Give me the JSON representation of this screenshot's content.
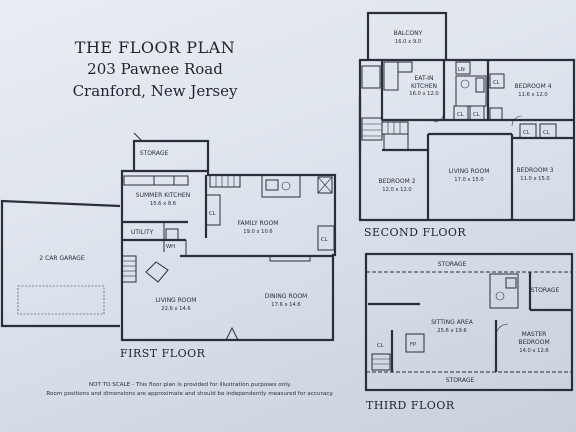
{
  "title": {
    "line1": "THE FLOOR PLAN",
    "line2": "203 Pawnee Road",
    "line3": "Cranford, New Jersey"
  },
  "floors": {
    "first": "FIRST FLOOR",
    "second": "SECOND FLOOR",
    "third": "THIRD FLOOR"
  },
  "rooms": {
    "storage_first": "STORAGE",
    "summer_kitchen": "SUMMER KITCHEN",
    "summer_kitchen_dim": "15.6 x 8.6",
    "utility": "UTILITY",
    "wh": "WH",
    "cl_first_a": "CL",
    "cl_first_b": "CL",
    "family_room": "FAMILY ROOM",
    "family_room_dim": "19.0 x 10.6",
    "garage": "2 CAR GARAGE",
    "living_room_first": "LIVING ROOM",
    "living_room_first_dim": "22.6 x 14.6",
    "dining_room": "DINING ROOM",
    "dining_room_dim": "17.6 x 14.6",
    "balcony": "BALCONY",
    "balcony_dim": "16.0 x 9.0",
    "eat_in_kitchen_1": "EAT-IN",
    "eat_in_kitchen_2": "KITCHEN",
    "eat_in_kitchen_dim": "16.0 x 12.0",
    "ln": "LN",
    "cl_second": [
      "CL",
      "CL",
      "CL",
      "CL",
      "CL"
    ],
    "bedroom4": "BEDROOM 4",
    "bedroom4_dim": "11.6 x 12.0",
    "bedroom2": "BEDROOM 2",
    "bedroom2_dim": "12.0 x 12.0",
    "living_room_second": "LIVING ROOM",
    "living_room_second_dim": "17.0 x 15.0",
    "bedroom3": "BEDROOM 3",
    "bedroom3_dim": "11.0 x 15.0",
    "storage_top": "STORAGE",
    "storage_right": "STORAGE",
    "storage_bottom": "STORAGE",
    "sitting_area": "SITTING AREA",
    "sitting_area_dim": "25.6 x 19.6",
    "cl_third": "CL",
    "fp": "FP",
    "master_bedroom_1": "MASTER",
    "master_bedroom_2": "BEDROOM",
    "master_bedroom_dim": "14.0 x 12.6"
  },
  "note": {
    "line1": "NOT TO SCALE - This floor plan is provided for illustration purposes only.",
    "line2": "Room positions and dimensions are approximate and should be independently measured for accuracy."
  }
}
